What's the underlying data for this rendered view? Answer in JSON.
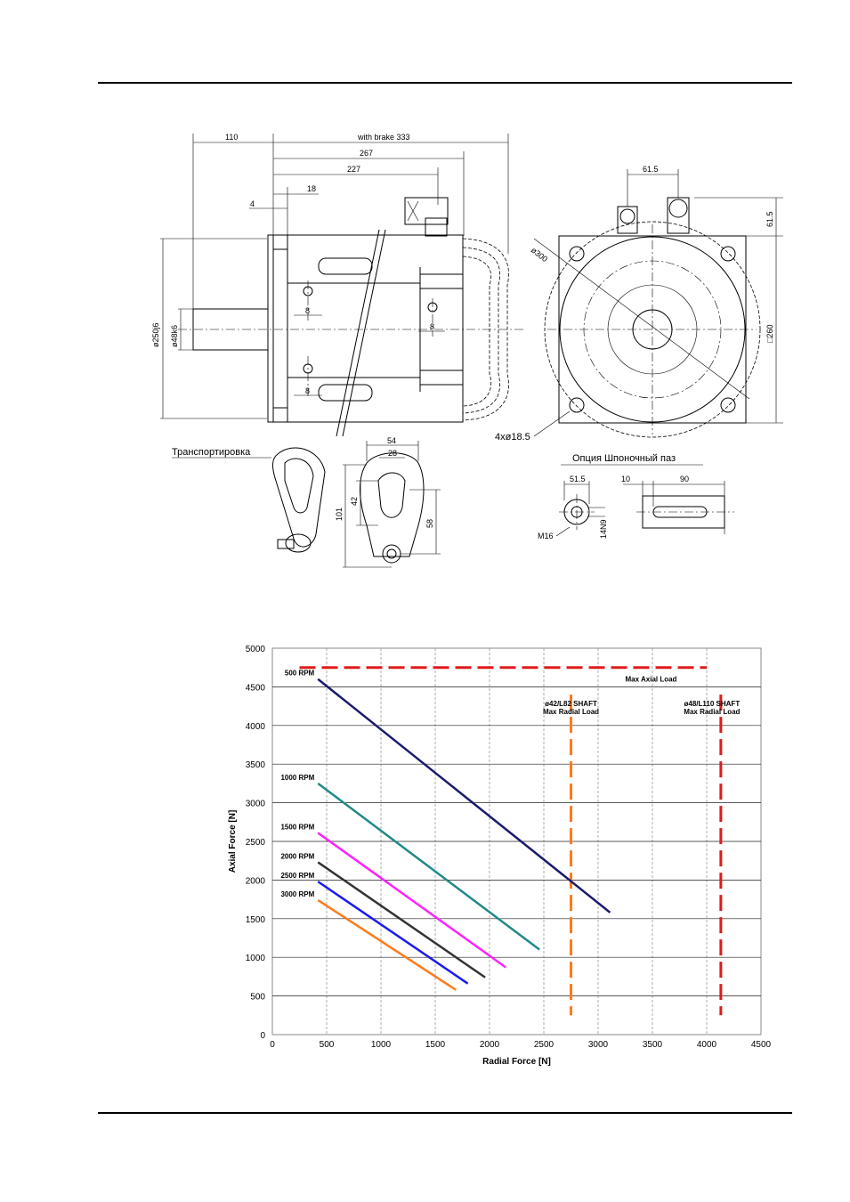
{
  "drawing": {
    "dims": {
      "d110": "110",
      "brake": "with brake 333",
      "d267": "267",
      "d227": "227",
      "d18": "18",
      "d4": "4",
      "d250": "ø250j6",
      "d48": "ø48k6",
      "d8a": "8",
      "d8b": "8",
      "d8c": "8",
      "d615a": "61.5",
      "d615b": "61.5",
      "d300": "ø300",
      "d260": "□260",
      "holes": "4xø18.5",
      "d54": "54",
      "d28": "28",
      "d42": "42",
      "d101": "101",
      "d58": "58",
      "d515": "51.5",
      "d10": "10",
      "d90": "90",
      "m16": "M16",
      "n14": "14N9"
    },
    "transport_label": "Транспортировка",
    "key_option_label": "Опция Шпоночный паз"
  },
  "chart_data": {
    "type": "line",
    "xlabel": "Radial Force [N]",
    "ylabel": "Axial Force [N]",
    "xlim": [
      0,
      4500
    ],
    "ylim": [
      0,
      5000
    ],
    "xticks": [
      0,
      500,
      1000,
      1500,
      2000,
      2500,
      3000,
      3500,
      4000,
      4500
    ],
    "yticks": [
      0,
      500,
      1000,
      1500,
      2000,
      2500,
      3000,
      3500,
      4000,
      4500,
      5000
    ],
    "grid": true,
    "series": [
      {
        "name": "500 RPM",
        "color": "#1a1a6e",
        "x": [
          420,
          3110
        ],
        "y": [
          4600,
          1580
        ]
      },
      {
        "name": "1000 RPM",
        "color": "#1f8a8a",
        "x": [
          420,
          2460
        ],
        "y": [
          3250,
          1100
        ]
      },
      {
        "name": "1500 RPM",
        "color": "#ff22ff",
        "x": [
          420,
          2150
        ],
        "y": [
          2610,
          870
        ]
      },
      {
        "name": "2000 RPM",
        "color": "#333333",
        "x": [
          420,
          1960
        ],
        "y": [
          2230,
          740
        ]
      },
      {
        "name": "2500 RPM",
        "color": "#1a1aee",
        "x": [
          420,
          1800
        ],
        "y": [
          1980,
          660
        ]
      },
      {
        "name": "3000 RPM",
        "color": "#ff7a1a",
        "x": [
          420,
          1690
        ],
        "y": [
          1740,
          580
        ]
      }
    ],
    "limits": [
      {
        "label": "Max Axial Load",
        "color": "#e01a1a",
        "axis": "y",
        "value": 4750,
        "from": 250,
        "to": 4000
      },
      {
        "label": "ø42/L82 SHAFT Max Radial Load",
        "color": "#ff7a1a",
        "axis": "x",
        "value": 2750,
        "from": 250,
        "to": 4400
      },
      {
        "label": "ø48/L110 SHAFT Max Radial Load",
        "color": "#e01a1a",
        "axis": "x",
        "value": 4130,
        "from": 250,
        "to": 4400
      }
    ],
    "limit_labels": {
      "axial": "Max Axial Load",
      "shaft42_line1": "ø42/L82 SHAFT",
      "shaft42_line2": "Max Radial Load",
      "shaft48_line1": "ø48/L110 SHAFT",
      "shaft48_line2": "Max Radial Load"
    }
  }
}
